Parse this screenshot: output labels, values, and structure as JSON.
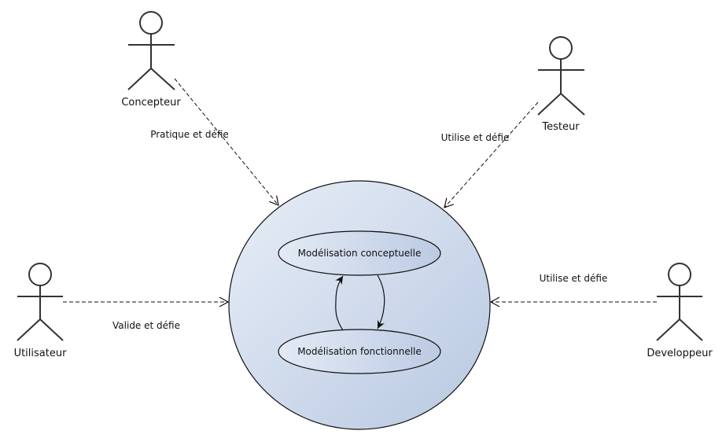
{
  "diagram": {
    "type": "use-case",
    "colors": {
      "system_fill_light": "#e6ecf5",
      "system_fill_dark": "#b9c9e2",
      "stroke": "#111111",
      "actor_stroke": "#333333"
    },
    "system": {
      "use_cases": [
        {
          "id": "uc1",
          "label": "Modélisation conceptuelle"
        },
        {
          "id": "uc2",
          "label": "Modélisation fonctionnelle"
        }
      ],
      "internal_links": [
        {
          "from": "uc2",
          "to": "uc1"
        },
        {
          "from": "uc1",
          "to": "uc2"
        }
      ]
    },
    "actors": [
      {
        "id": "concepteur",
        "label": "Concepteur"
      },
      {
        "id": "testeur",
        "label": "Testeur"
      },
      {
        "id": "utilisateur",
        "label": "Utilisateur"
      },
      {
        "id": "developpeur",
        "label": "Developpeur"
      }
    ],
    "relations": [
      {
        "actor": "concepteur",
        "label": "Pratique et défie",
        "style": "dashed"
      },
      {
        "actor": "testeur",
        "label": "Utilise et défie",
        "style": "dashed"
      },
      {
        "actor": "utilisateur",
        "label": "Valide et défie",
        "style": "dashed"
      },
      {
        "actor": "developpeur",
        "label": "Utilise et défie",
        "style": "dashed"
      }
    ]
  }
}
